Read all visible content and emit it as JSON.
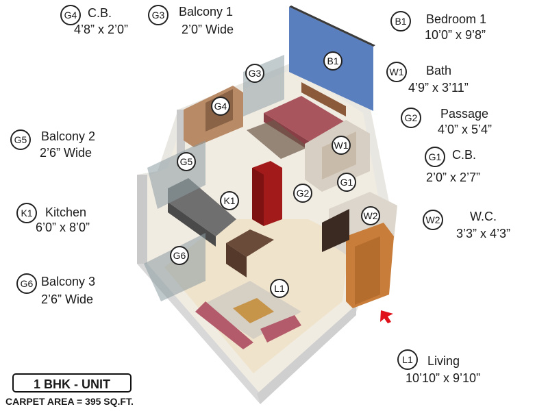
{
  "legend": [
    {
      "code": "G4",
      "name": "C.B.",
      "dims": "4’8” x 2’0”"
    },
    {
      "code": "G3",
      "name": "Balcony 1",
      "dims": "2’0” Wide"
    },
    {
      "code": "B1",
      "name": "Bedroom 1",
      "dims": "10’0” x 9’8”"
    },
    {
      "code": "W1",
      "name": "Bath",
      "dims": "4’9” x 3’11”"
    },
    {
      "code": "G2",
      "name": "Passage",
      "dims": "4’0” x 5’4”"
    },
    {
      "code": "G5",
      "name": "Balcony 2",
      "dims": "2’6” Wide"
    },
    {
      "code": "G1",
      "name": "C.B.",
      "dims": "2’0” x 2’7”"
    },
    {
      "code": "K1",
      "name": "Kitchen",
      "dims": "6’0” x 8’0”"
    },
    {
      "code": "W2",
      "name": "W.C.",
      "dims": "3’3” x 4’3”"
    },
    {
      "code": "G6",
      "name": "Balcony 3",
      "dims": "2’6” Wide"
    },
    {
      "code": "L1",
      "name": "Living",
      "dims": "10’10” x 9’10”"
    }
  ],
  "plan_badges": [
    "B1",
    "G3",
    "G4",
    "W1",
    "G5",
    "G1",
    "K1",
    "G2",
    "W2",
    "G6",
    "L1"
  ],
  "unit": {
    "label": "1 BHK - UNIT",
    "carpet": "CARPET AREA = 395 SQ.FT."
  }
}
